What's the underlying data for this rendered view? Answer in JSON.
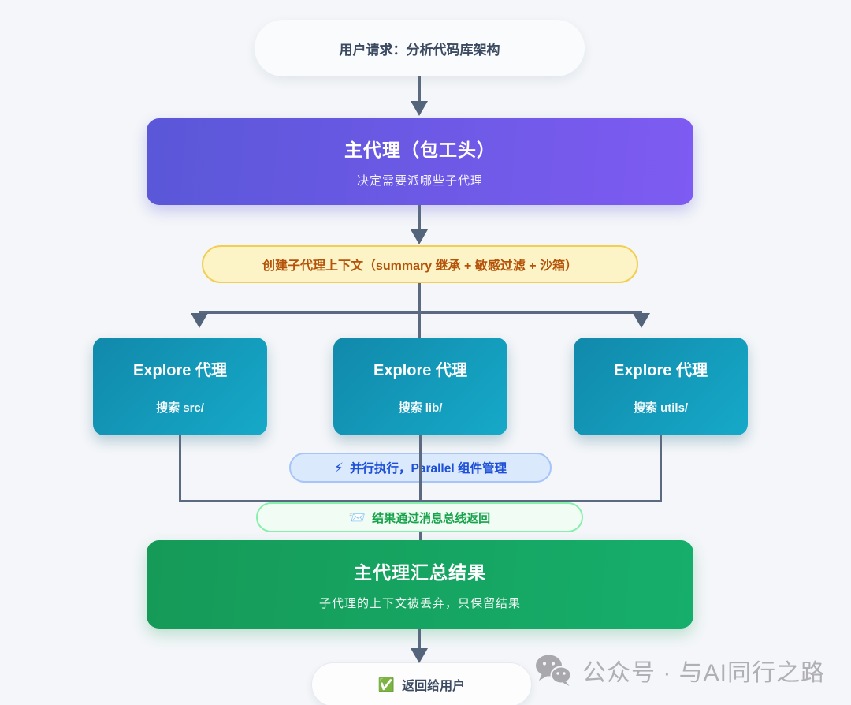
{
  "nodes": {
    "user_request": {
      "label": "用户请求：分析代码库架构"
    },
    "main_agent": {
      "title": "主代理（包工头）",
      "subtitle": "决定需要派哪些子代理"
    },
    "context_note": {
      "label": "创建子代理上下文（summary 继承 + 敏感过滤 + 沙箱）"
    },
    "explore_agents": [
      {
        "title": "Explore 代理",
        "subtitle": "搜索 src/"
      },
      {
        "title": "Explore 代理",
        "subtitle": "搜索 lib/"
      },
      {
        "title": "Explore 代理",
        "subtitle": "搜索 utils/"
      }
    ],
    "parallel_note": {
      "icon": "⚡",
      "label": "并行执行，Parallel 组件管理"
    },
    "bus_note": {
      "icon": "📨",
      "label": "结果通过消息总线返回"
    },
    "summary": {
      "title": "主代理汇总结果",
      "subtitle": "子代理的上下文被丢弃，只保留结果"
    },
    "return_user": {
      "icon": "✅",
      "label": "返回给用户"
    }
  },
  "watermark": {
    "label": "公众号 · 与AI同行之路"
  },
  "colors": {
    "background": "#f4f6f9",
    "connector": "#5b6a80",
    "main_agent_gradient_start": "#5a57d8",
    "main_agent_gradient_end": "#7e5bf2",
    "explore_gradient_start": "#1189ab",
    "explore_gradient_end": "#16a9c8",
    "summary_gradient_start": "#169a58",
    "summary_gradient_end": "#16ae6b",
    "context_note_bg": "#fcf4c6",
    "context_note_border": "#f3ce53",
    "context_note_text": "#b45309",
    "parallel_note_bg": "#dbe9fd",
    "parallel_note_border": "#a6c4f7",
    "parallel_note_text": "#1d4fd7",
    "bus_note_bg": "#f1fdf4",
    "bus_note_border": "#86efac",
    "bus_note_text": "#16a34a",
    "watermark_text": "#b0b0b3"
  }
}
